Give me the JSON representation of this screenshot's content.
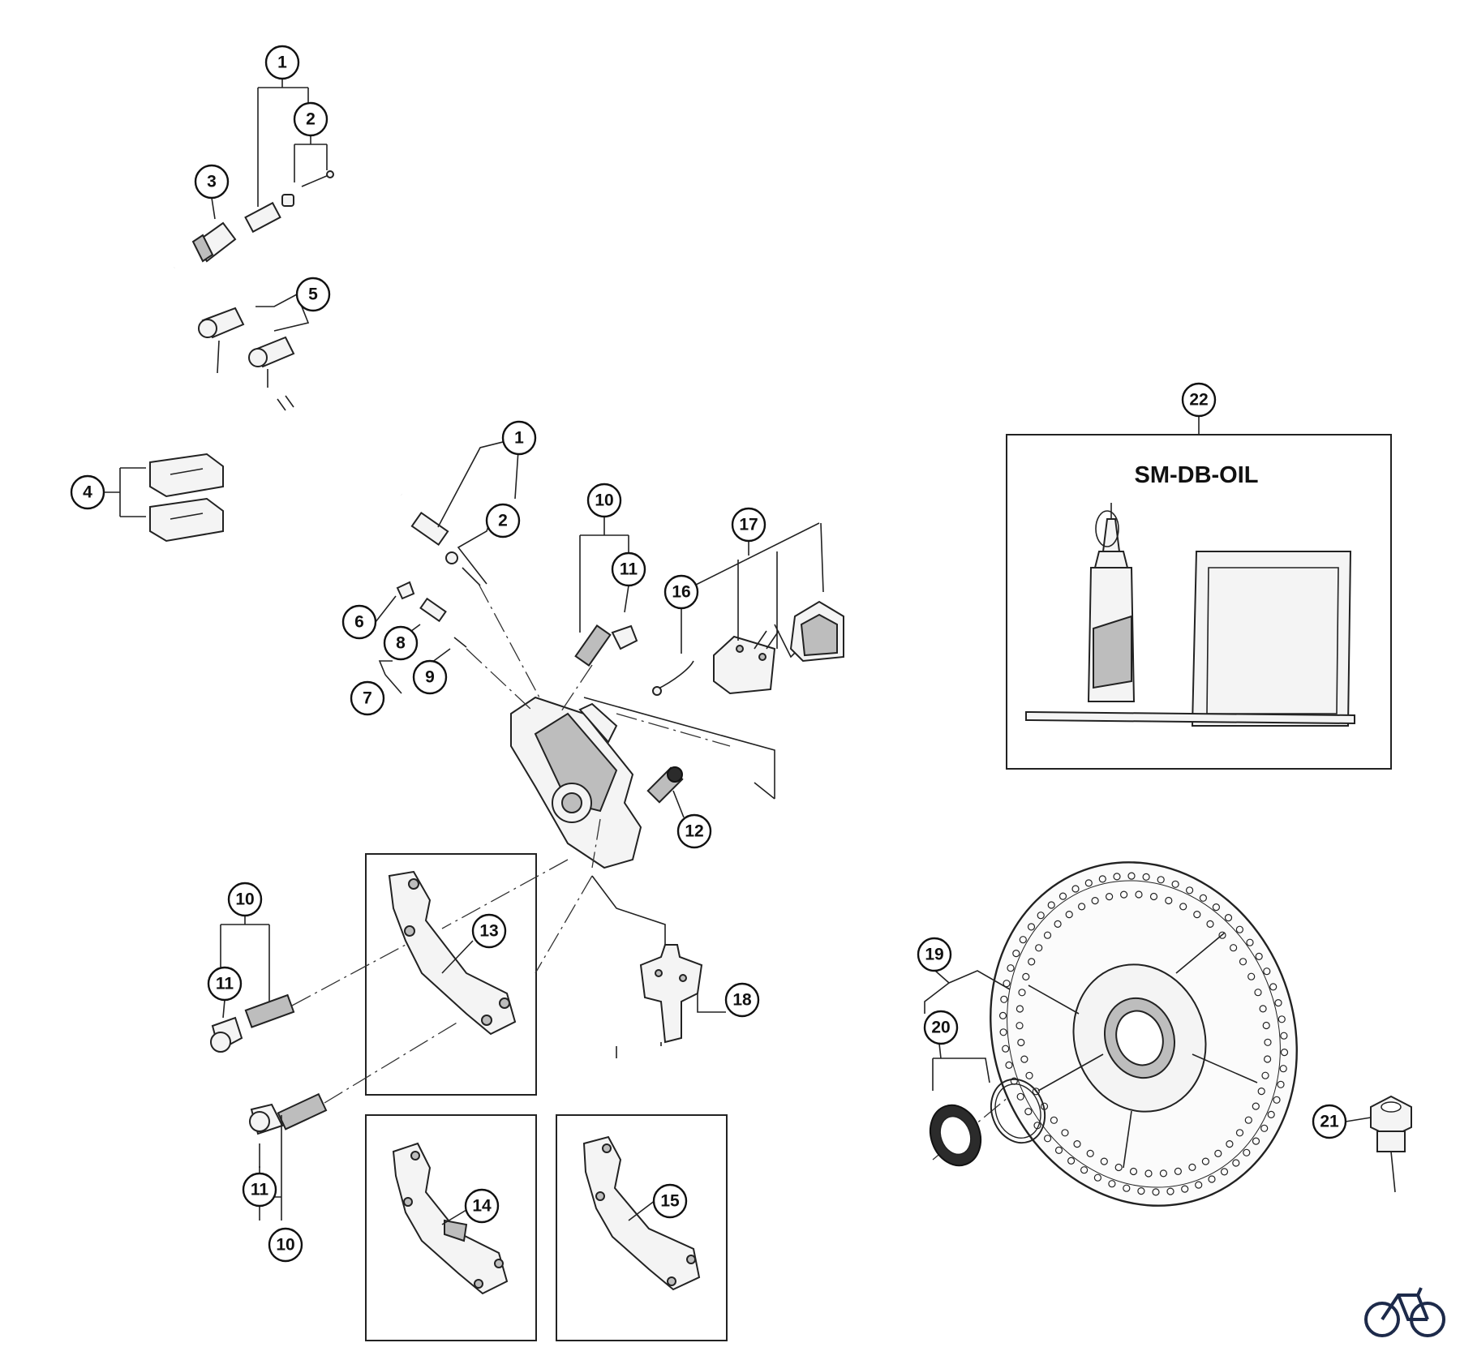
{
  "diagram": {
    "callouts": [
      {
        "id": "c1a",
        "label": "1"
      },
      {
        "id": "c2a",
        "label": "2"
      },
      {
        "id": "c3",
        "label": "3"
      },
      {
        "id": "c5",
        "label": "5"
      },
      {
        "id": "c4",
        "label": "4"
      },
      {
        "id": "c1b",
        "label": "1"
      },
      {
        "id": "c2b",
        "label": "2"
      },
      {
        "id": "c6",
        "label": "6"
      },
      {
        "id": "c8",
        "label": "8"
      },
      {
        "id": "c7",
        "label": "7"
      },
      {
        "id": "c9",
        "label": "9"
      },
      {
        "id": "c10a",
        "label": "10"
      },
      {
        "id": "c11a",
        "label": "11"
      },
      {
        "id": "c16",
        "label": "16"
      },
      {
        "id": "c17",
        "label": "17"
      },
      {
        "id": "c12",
        "label": "12"
      },
      {
        "id": "c10b",
        "label": "10"
      },
      {
        "id": "c11b",
        "label": "11"
      },
      {
        "id": "c13",
        "label": "13"
      },
      {
        "id": "c18",
        "label": "18"
      },
      {
        "id": "c11c",
        "label": "11"
      },
      {
        "id": "c10c",
        "label": "10"
      },
      {
        "id": "c14",
        "label": "14"
      },
      {
        "id": "c15",
        "label": "15"
      },
      {
        "id": "c22",
        "label": "22"
      },
      {
        "id": "c19",
        "label": "19"
      },
      {
        "id": "c20",
        "label": "20"
      },
      {
        "id": "c21",
        "label": "21"
      }
    ],
    "oil_kit_title": "SM-DB-OIL",
    "logo": "bicycle-logo"
  }
}
